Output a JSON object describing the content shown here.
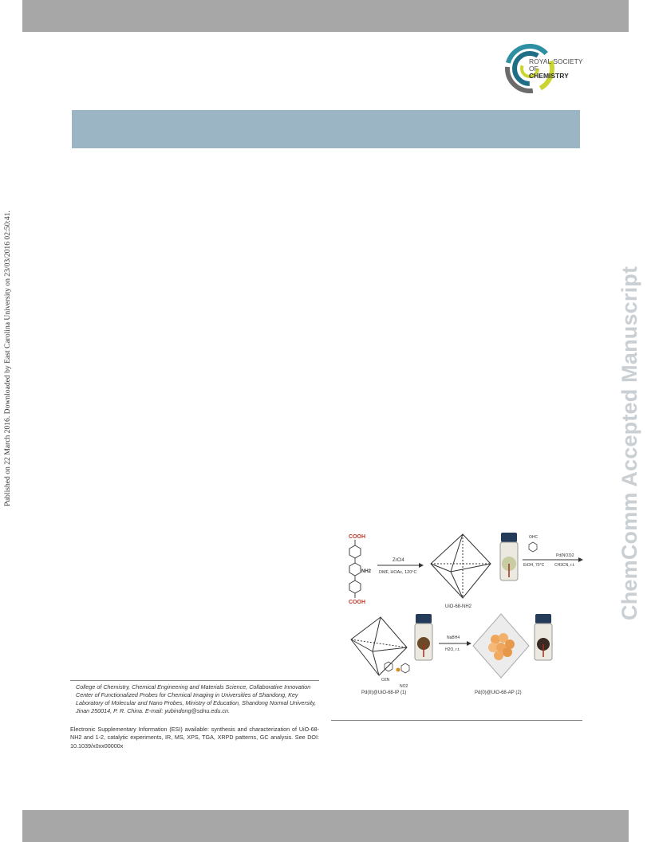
{
  "side_note": "Published on 22 March 2016. Downloaded by East Carolina University on 23/03/2016 02:50:41.",
  "watermark": "ChemComm Accepted Manuscript",
  "logo": {
    "line1": "ROYAL SOCIETY",
    "line2": "OF",
    "line3": "CHEMISTRY",
    "colors": [
      "#2e8fa3",
      "#cbd531",
      "#6b6b6b",
      "#1e6e86"
    ]
  },
  "scheme": {
    "reagent_top": "COOH",
    "reagent_nh2": "NH2",
    "reagent_bottom": "COOH",
    "arrow1_above": "ZrCl4",
    "arrow1_below": "DMF, HOAc, 120°C",
    "label_uio": "UiO-68-NH2",
    "arrow2_reagent": "OHC",
    "arrow2_below": "EtOH, 70°C",
    "arrow3_above": "Pd(NO3)2",
    "arrow3_below": "CH3CN, r.t.",
    "arrow4_above": "NaBH4",
    "arrow4_below": "H2O, r.t.",
    "substituent_o2n": "O2N",
    "substituent_no2": "NO2",
    "label_1": "Pd(II)@UiO-68-IP (1)",
    "label_2": "Pd(0)@UiO-68-AP (2)"
  },
  "affiliation": "College of Chemistry, Chemical Engineering and Materials Science, Collaborative Innovation Center of Functionalized Probes for Chemical Imaging in Universities of Shandong, Key Laboratory of Molecular and Nano Probes, Ministry of Education, Shandong Normal University, Jinan 250014, P. R. China. E-mail: yubindong@sdnu.edu.cn.",
  "esi_note": "Electronic Supplementary Information (ESI) available: synthesis and characterization of UiO-68-NH2 and 1-2, catalytic experiments, IR, MS, XPS, TGA, XRPD patterns, GC analysis. See DOI: 10.1039/x0xx00000x"
}
